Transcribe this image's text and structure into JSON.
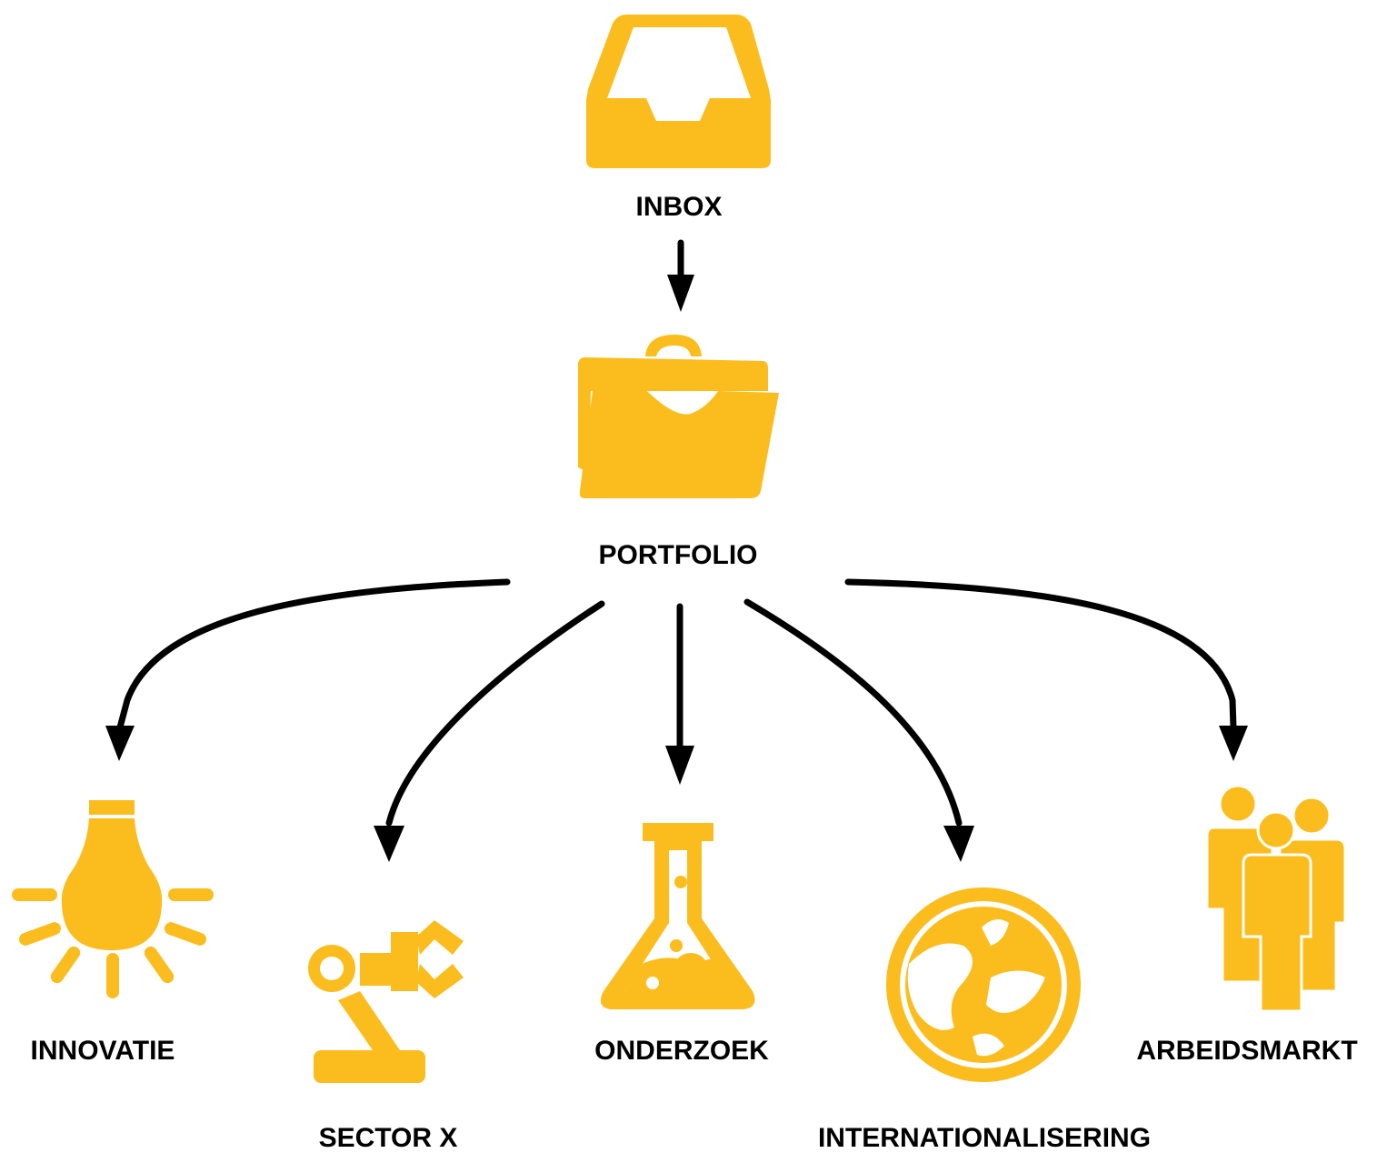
{
  "colors": {
    "icon": "#FBBD1E",
    "arrow": "#000000",
    "label": "#000000"
  },
  "nodes": {
    "inbox": {
      "label": "INBOX",
      "icon": "inbox-tray-icon"
    },
    "portfolio": {
      "label": "PORTFOLIO",
      "icon": "briefcase-folder-icon"
    },
    "innovatie": {
      "label": "INNOVATIE",
      "icon": "lightbulb-icon"
    },
    "sector": {
      "label": "SECTOR X",
      "icon": "robot-arm-icon"
    },
    "onderzoek": {
      "label": "ONDERZOEK",
      "icon": "flask-icon"
    },
    "intl": {
      "label": "INTERNATIONALISERING",
      "icon": "globe-icon"
    },
    "arbeid": {
      "label": "ARBEIDSMARKT",
      "icon": "people-group-icon"
    }
  },
  "edges": [
    {
      "from": "INBOX",
      "to": "PORTFOLIO"
    },
    {
      "from": "PORTFOLIO",
      "to": "INNOVATIE"
    },
    {
      "from": "PORTFOLIO",
      "to": "SECTOR X"
    },
    {
      "from": "PORTFOLIO",
      "to": "ONDERZOEK"
    },
    {
      "from": "PORTFOLIO",
      "to": "INTERNATIONALISERING"
    },
    {
      "from": "PORTFOLIO",
      "to": "ARBEIDSMARKT"
    }
  ]
}
